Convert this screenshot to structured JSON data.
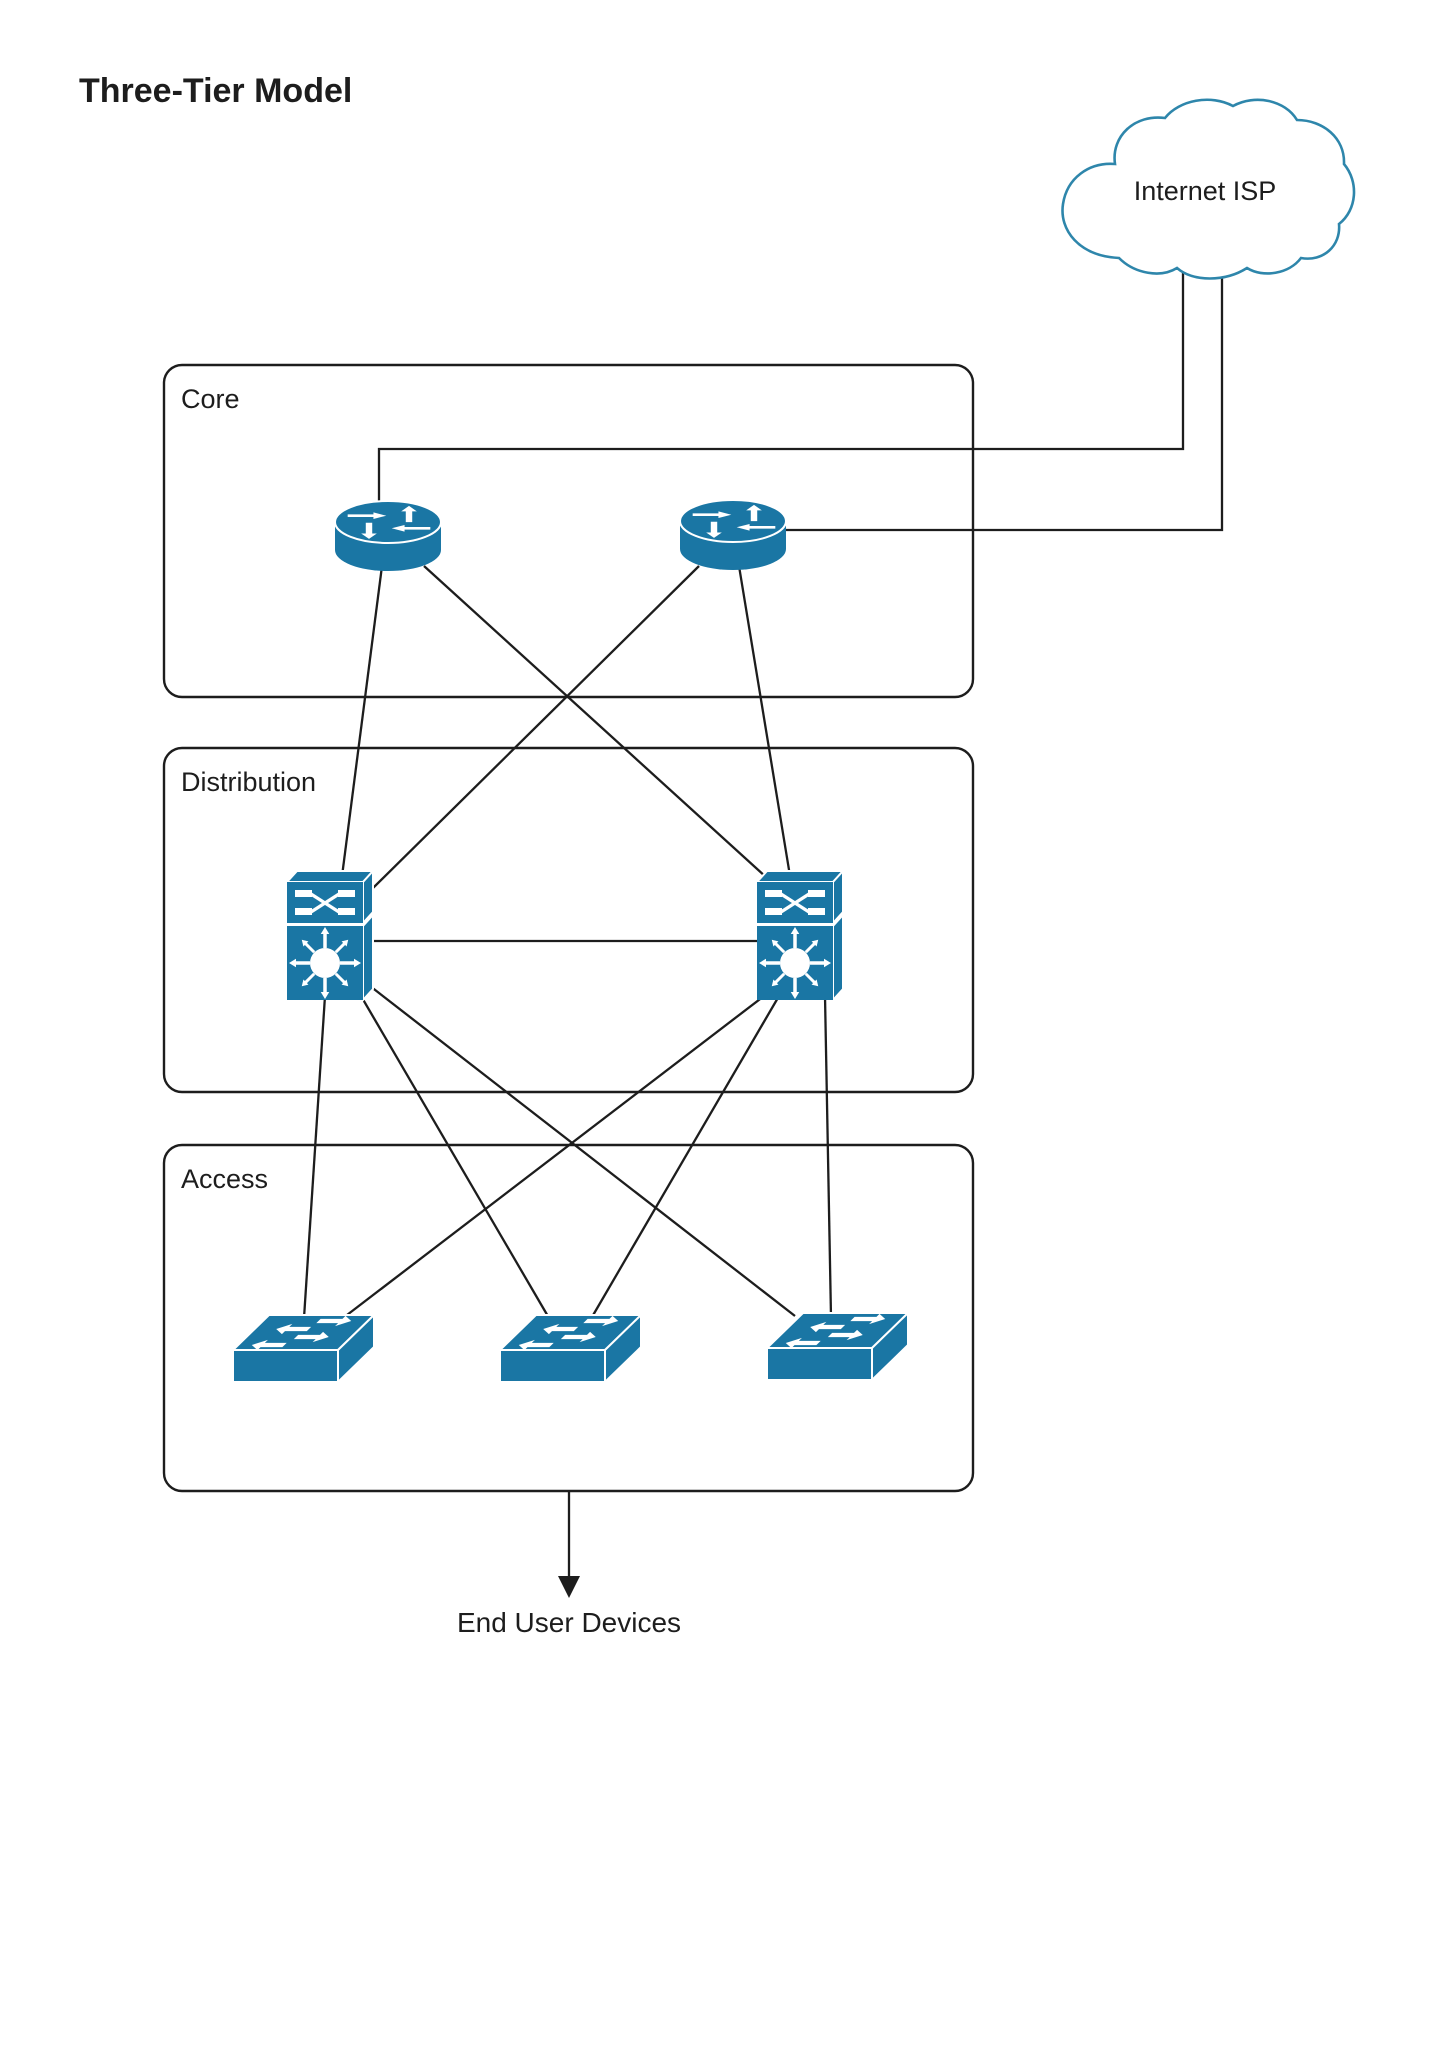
{
  "title": "Three-Tier Model",
  "cloud": {
    "name": "internet-isp",
    "label": "Internet ISP"
  },
  "tiers": [
    {
      "name": "core",
      "label": "Core",
      "devices": [
        {
          "name": "core-router-1",
          "type": "router"
        },
        {
          "name": "core-router-2",
          "type": "router"
        }
      ]
    },
    {
      "name": "distribution",
      "label": "Distribution",
      "devices": [
        {
          "name": "distribution-switch-1",
          "type": "multilayer-switch"
        },
        {
          "name": "distribution-switch-2",
          "type": "multilayer-switch"
        }
      ]
    },
    {
      "name": "access",
      "label": "Access",
      "devices": [
        {
          "name": "access-switch-1",
          "type": "workgroup-switch"
        },
        {
          "name": "access-switch-2",
          "type": "workgroup-switch"
        },
        {
          "name": "access-switch-3",
          "type": "workgroup-switch"
        }
      ]
    }
  ],
  "footer": {
    "end_user_label": "End User Devices"
  },
  "connections": [
    {
      "from": "internet-isp",
      "to": "core-router-1"
    },
    {
      "from": "internet-isp",
      "to": "core-router-2"
    },
    {
      "from": "core-router-1",
      "to": "distribution-switch-1"
    },
    {
      "from": "core-router-1",
      "to": "distribution-switch-2"
    },
    {
      "from": "core-router-2",
      "to": "distribution-switch-1"
    },
    {
      "from": "core-router-2",
      "to": "distribution-switch-2"
    },
    {
      "from": "distribution-switch-1",
      "to": "distribution-switch-2"
    },
    {
      "from": "distribution-switch-1",
      "to": "access-switch-1"
    },
    {
      "from": "distribution-switch-1",
      "to": "access-switch-2"
    },
    {
      "from": "distribution-switch-1",
      "to": "access-switch-3"
    },
    {
      "from": "distribution-switch-2",
      "to": "access-switch-1"
    },
    {
      "from": "distribution-switch-2",
      "to": "access-switch-2"
    },
    {
      "from": "distribution-switch-2",
      "to": "access-switch-3"
    },
    {
      "from": "access-tier",
      "to": "end-user-devices"
    }
  ],
  "colors": {
    "device": "#1a76a4",
    "cloud_stroke": "#2e86ab",
    "connector": "#1d1d1d",
    "box_border": "#1d1d1d",
    "text": "#1d1d1d",
    "icon_detail": "#ffffff",
    "background": "#ffffff"
  }
}
